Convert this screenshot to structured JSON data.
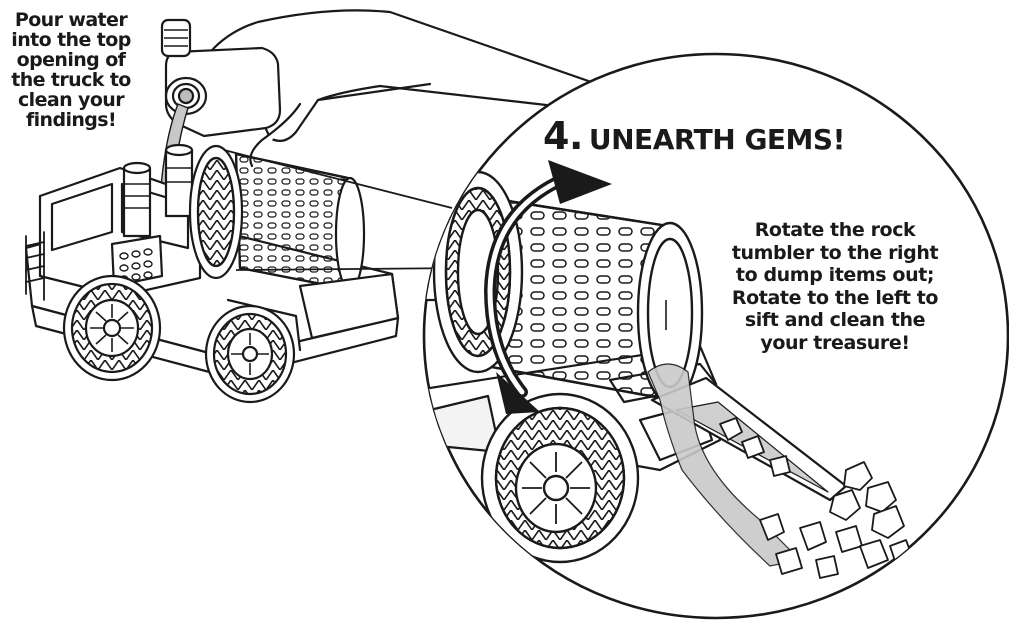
{
  "instructions": {
    "water_note": [
      "Pour water",
      "into the top",
      "opening of",
      "the truck to",
      "clean your",
      "findings!"
    ],
    "step": {
      "number": "4.",
      "title": "UNEARTH GEMS!"
    },
    "rotate_note": [
      "Rotate the rock",
      "tumbler to the right",
      "to dump items out;",
      "Rotate to the left to",
      "sift and clean the",
      "your treasure!"
    ]
  },
  "illustration": {
    "line_color": "#1a1a1a",
    "water_color": "#b5b5b5",
    "icons": [
      "hand-icon",
      "water-jug-icon",
      "toy-truck-icon",
      "rock-tumbler-icon",
      "rotate-arrow-icon",
      "gem-pile-icon"
    ]
  }
}
